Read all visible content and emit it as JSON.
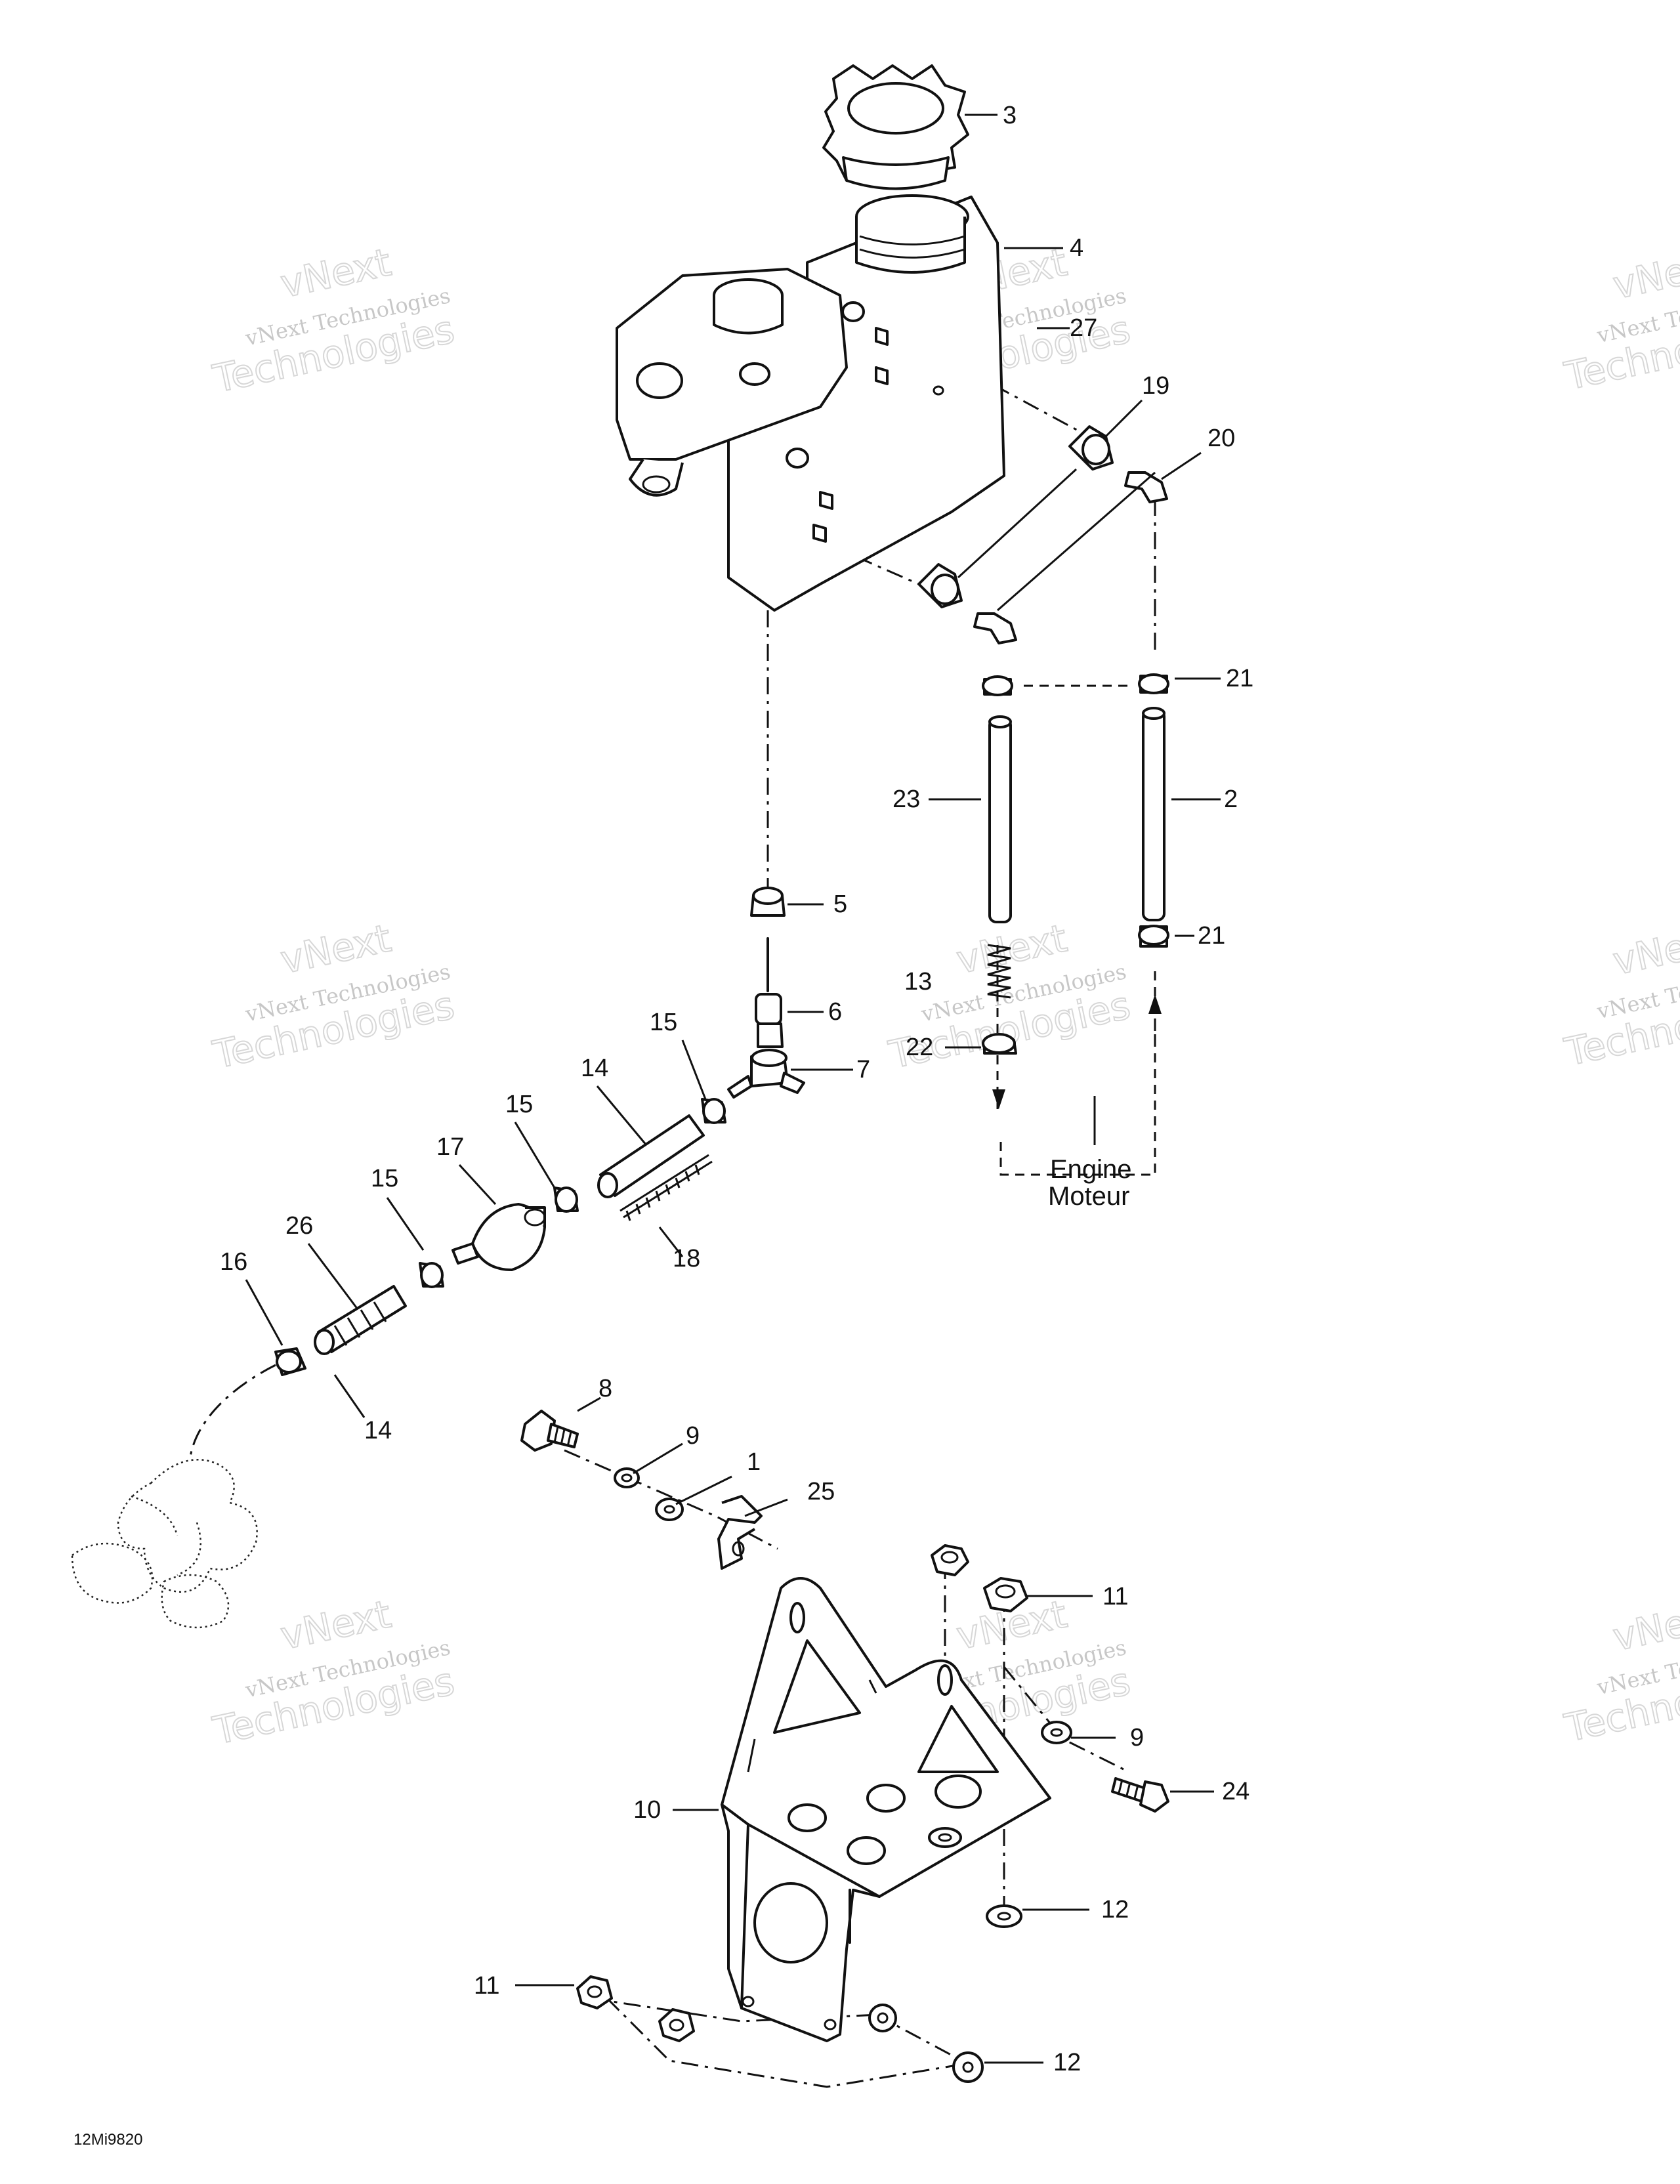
{
  "diagram": {
    "callouts": [
      "3",
      "4",
      "27",
      "19",
      "20",
      "21",
      "23",
      "2",
      "5",
      "21",
      "13",
      "6",
      "22",
      "15",
      "7",
      "14",
      "15",
      "17",
      "18",
      "15",
      "26",
      "16",
      "14",
      "8",
      "9",
      "1",
      "25",
      "11",
      "9",
      "24",
      "10",
      "12",
      "11",
      "12"
    ],
    "engine_label": {
      "line1": "Engine",
      "line2": "Moteur"
    },
    "figure_code": "12Mi9820",
    "watermark": {
      "line1": "vNext",
      "line2": "vNext Technologies",
      "line3": "Technologies"
    }
  }
}
